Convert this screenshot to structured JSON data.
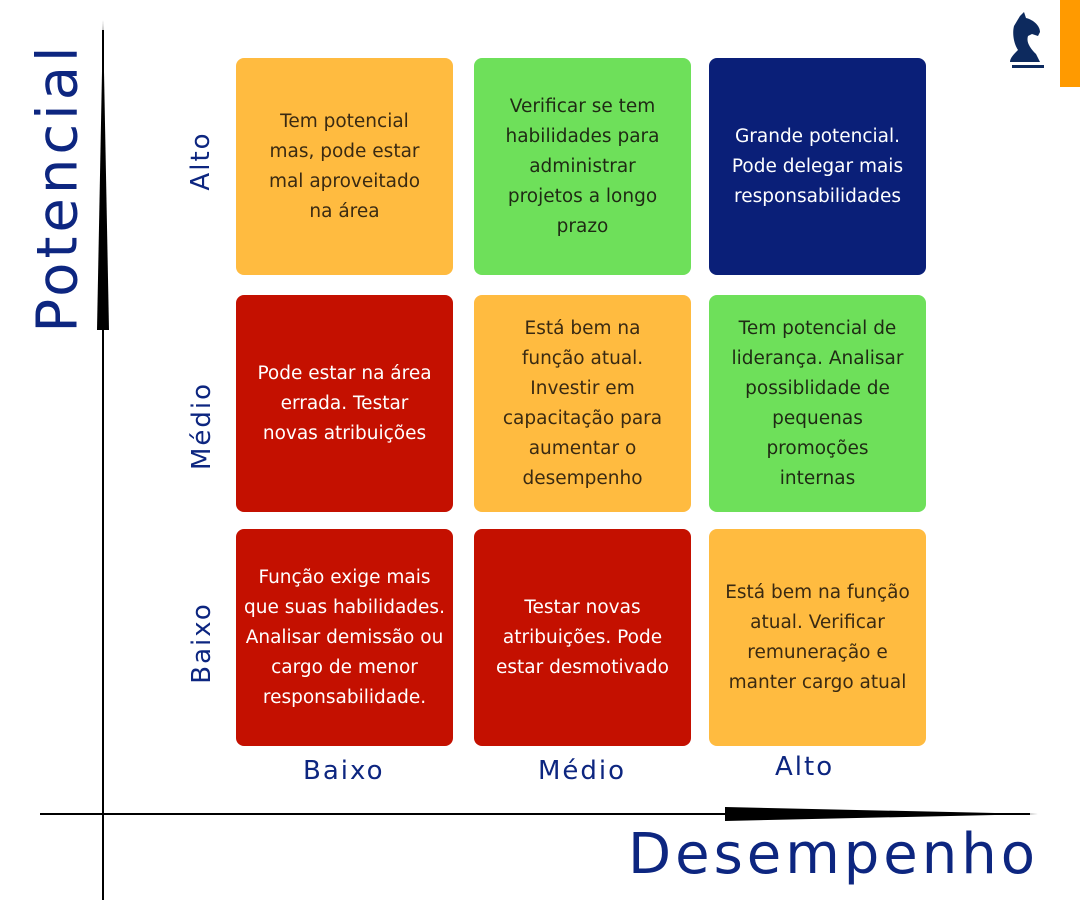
{
  "y_axis": {
    "title": "Potencial",
    "levels": [
      "Alto",
      "Médio",
      "Baixo"
    ]
  },
  "x_axis": {
    "title": "Desempenho",
    "levels": [
      "Baixo",
      "Médio",
      "Alto"
    ]
  },
  "colors": {
    "orange": "#FFBB40",
    "green": "#6EE05A",
    "navy": "#0A1F78",
    "red": "#C41000",
    "axis_text": "#0D2680",
    "logo": "#0D2A5E",
    "logo_bar": "#FF9A00"
  },
  "logo": {
    "icon": "chess-knight-icon"
  },
  "cells": {
    "alto_baixo": "Tem potencial mas, pode estar mal aproveitado na área",
    "alto_medio": "Verificar se tem habilidades para administrar projetos a longo prazo",
    "alto_alto": "Grande potencial. Pode delegar mais responsabilidades",
    "medio_baixo": "Pode estar na área errada. Testar novas atribuições",
    "medio_medio": "Está bem na função atual. Investir em capacitação para aumentar o desempenho",
    "medio_alto": "Tem potencial de liderança. Analisar possiblidade de pequenas promoções internas",
    "baixo_baixo": "Função exige mais que suas habilidades. Analisar demissão ou cargo de menor responsabilidade.",
    "baixo_medio": "Testar novas atribuições. Pode estar desmotivado",
    "baixo_alto": "Está bem na função atual. Verificar remuneração e manter cargo atual"
  }
}
